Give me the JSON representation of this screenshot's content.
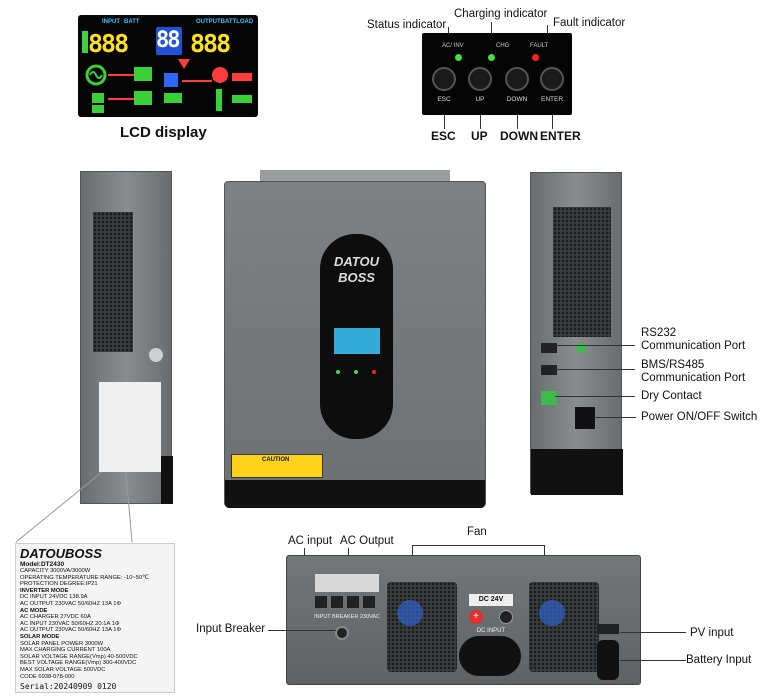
{
  "lcd": {
    "caption": "LCD display",
    "top_left": "INPUT",
    "top_mid": "BATT",
    "top_right": "OUTPUTBATTLOAD",
    "digits_left": "888",
    "digits_mid": "88",
    "digits_right": "888"
  },
  "keypad": {
    "status_indicator": "Status indicator",
    "charging_indicator": "Charging indicator",
    "fault_indicator": "Fault indicator",
    "ind_acinv": "AC/ INV",
    "ind_chg": "CHG",
    "ind_fault": "FAULT",
    "btn_esc": "ESC",
    "btn_up": "UP",
    "btn_down": "DOWN",
    "btn_enter": "ENTER",
    "cap_esc": "ESC",
    "cap_up": "UP",
    "cap_down": "DOWN",
    "cap_enter": "ENTER"
  },
  "front": {
    "brand_line1": "DATOU",
    "brand_line2": "BOSS",
    "caution": "CAUTION"
  },
  "side_right": {
    "rs232": "RS232",
    "rs232_sub": "Communication Port",
    "bms": "BMS/RS485",
    "bms_sub": "Communication Port",
    "dry_contact": "Dry Contact",
    "power_switch": "Power ON/OFF Switch"
  },
  "bottom": {
    "ac_input": "AC input",
    "ac_output": "AC Output",
    "fan": "Fan",
    "input_breaker": "Input Breaker",
    "pv_input": "PV input",
    "battery_input": "Battery Input",
    "dc_24v": "DC 24V",
    "dc_input": "DC INPUT",
    "breaker_label": "INPUT BREAKER 230VAC"
  },
  "spec": {
    "brand": "DATOUBOSS",
    "model": "Model:DT2430",
    "lines": [
      "CAPACITY 3000VA/3000W",
      "OPERATING TEMPERATURE RANGE: -10~50℃",
      "PROTECTION DEGREE:IP21",
      "INVERTER MODE",
      "DC INPUT 24VDC 138.9A",
      "AC OUTPUT 230VAC 50/60HZ 13A 1Φ",
      "AC MODE",
      "AC CHARGER 27VDC 60A",
      "AC INPUT 230VAC 50/60HZ 20.1A 1Φ",
      "AC OUTPUT 230VAC 50/60HZ 13A 1Φ",
      "SOLAR MODE",
      "SOLAR PANEL POWER 3000W",
      "MAX CHARGING CURRENT 100A",
      "SOLAR VOLTAGE RANGE(Vmp) 40-500VDC",
      "BEST VOLTAGE RANGE(Vmp) 300-400VDC",
      "MAX SOLAR VOLTAGE 500VDC",
      "CODE 6938-078-000"
    ],
    "serial": "Serial:20240909 0120"
  }
}
